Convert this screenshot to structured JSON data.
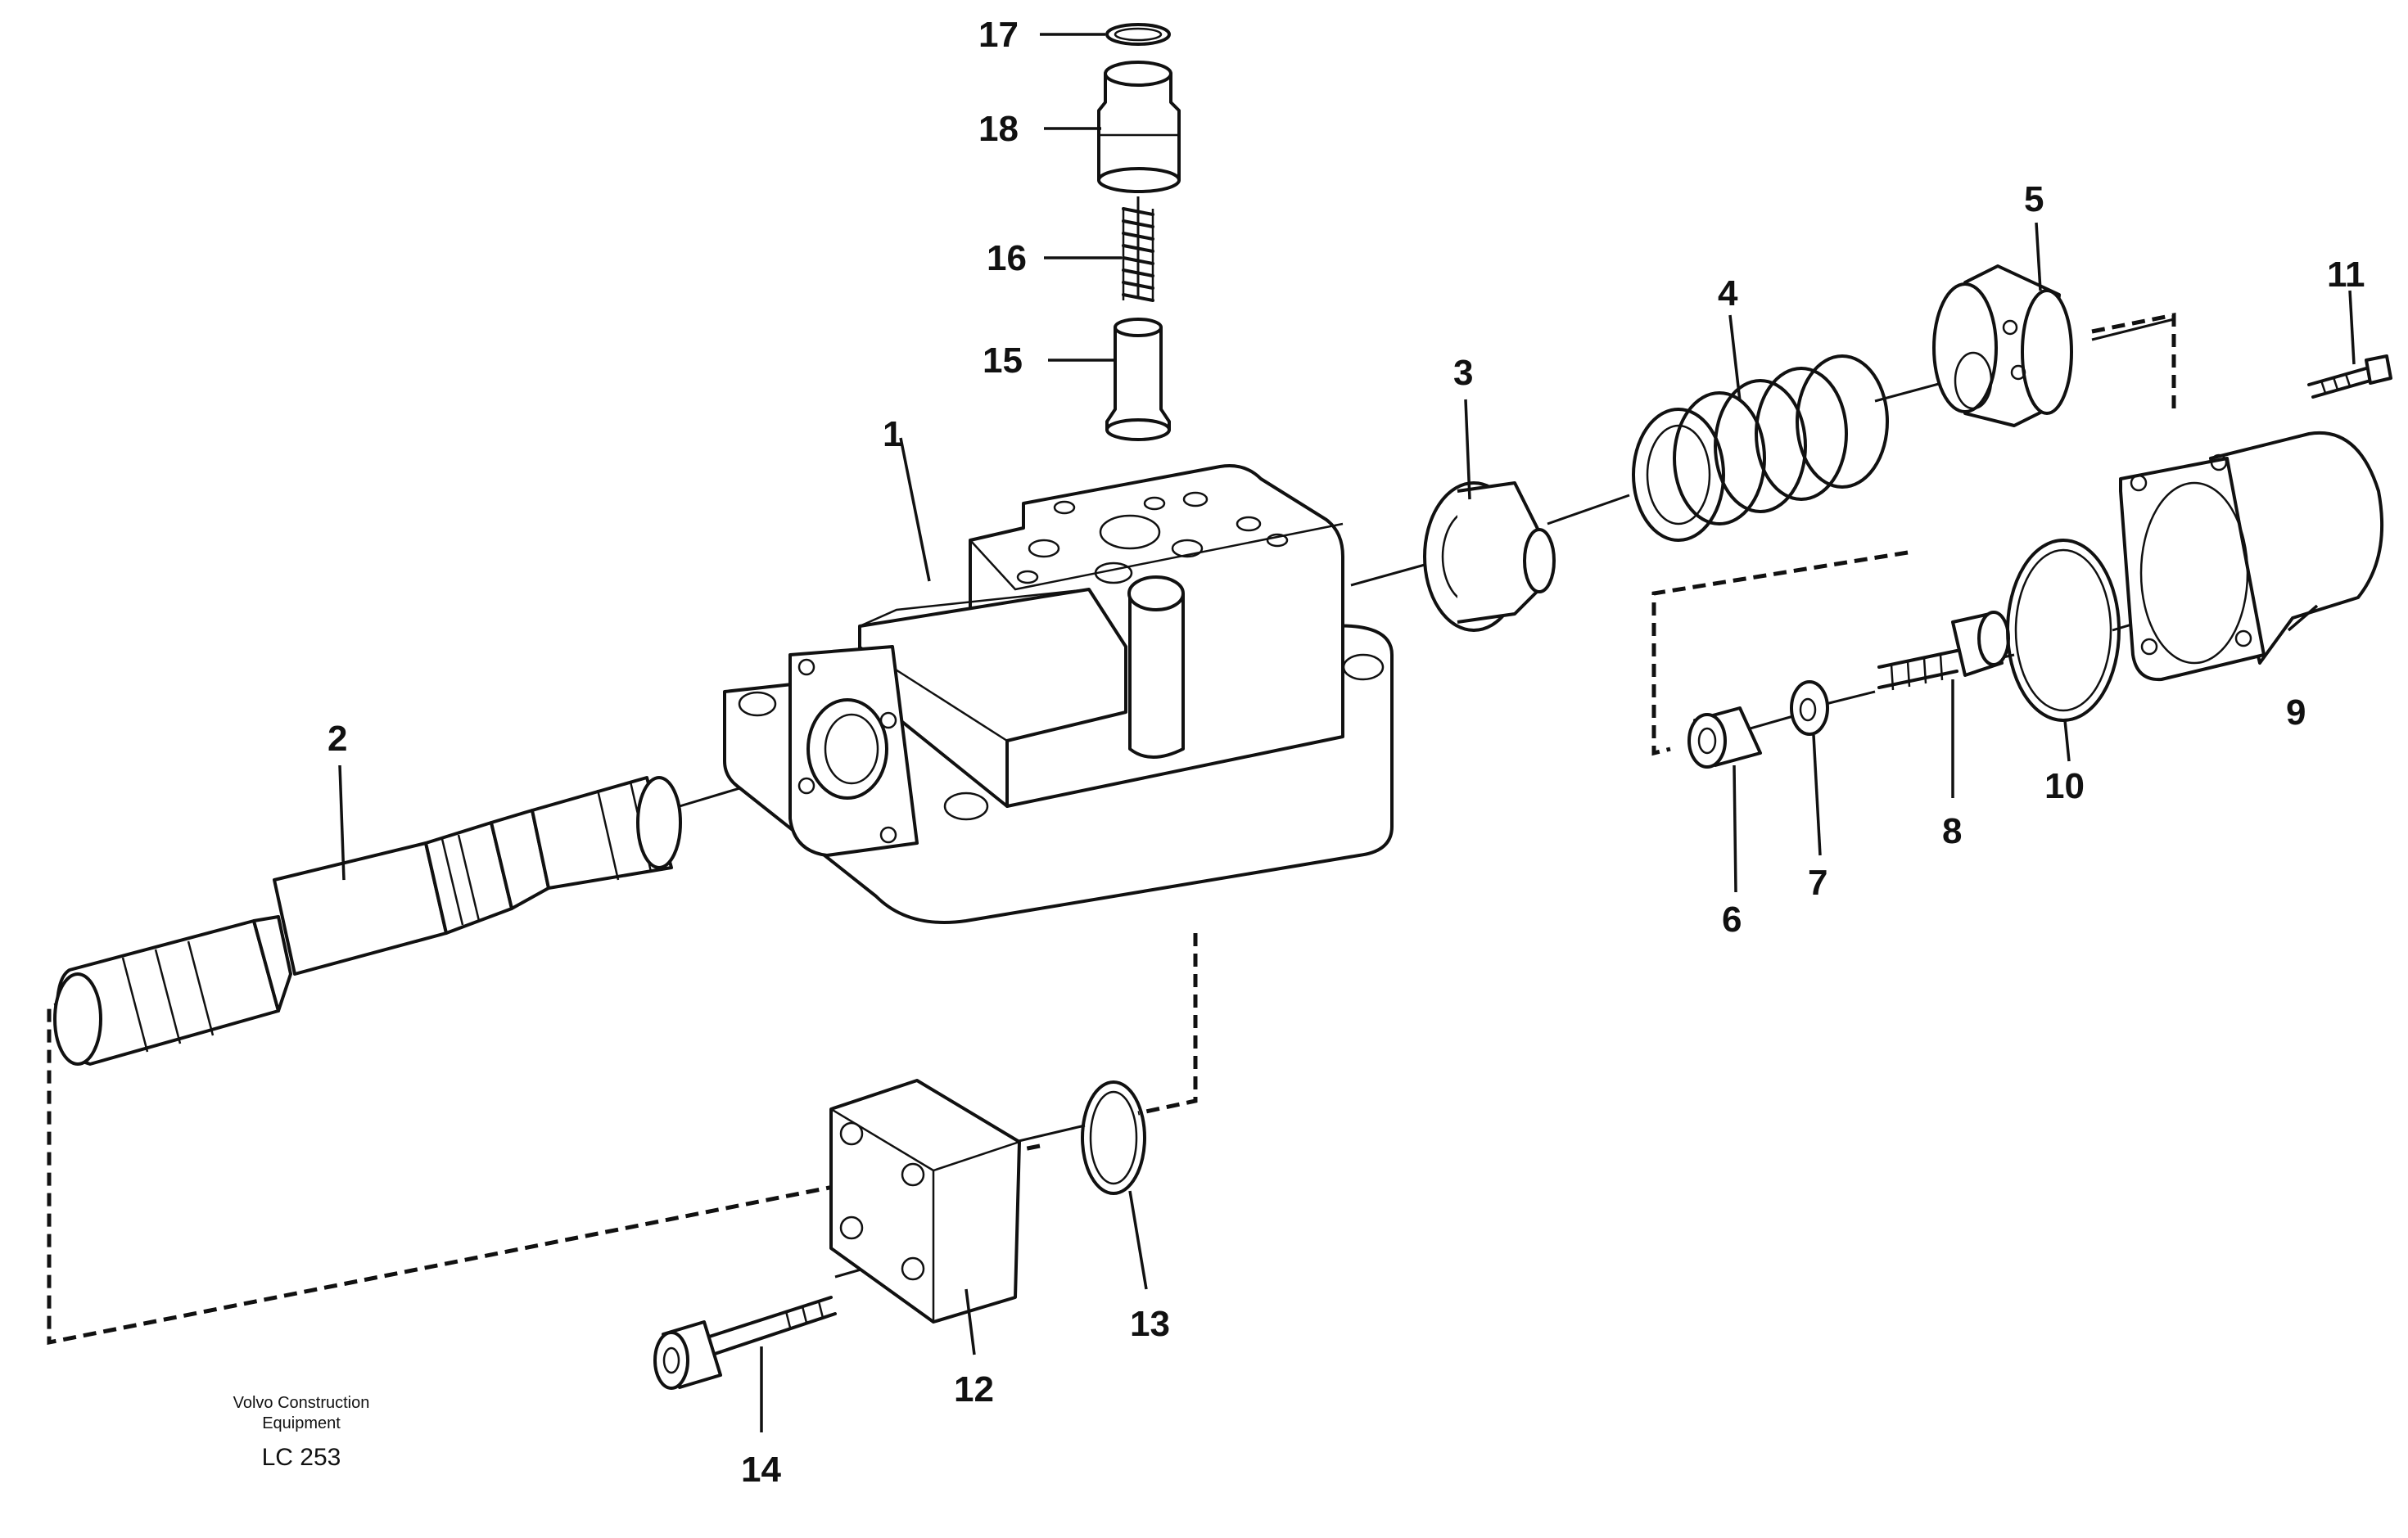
{
  "diagram": {
    "callouts": [
      "1",
      "2",
      "3",
      "4",
      "5",
      "6",
      "7",
      "8",
      "9",
      "10",
      "11",
      "12",
      "13",
      "14",
      "15",
      "16",
      "17",
      "18"
    ],
    "credit": {
      "line1": "Volvo Construction",
      "line2": "Equipment",
      "code": "LC 253"
    }
  }
}
